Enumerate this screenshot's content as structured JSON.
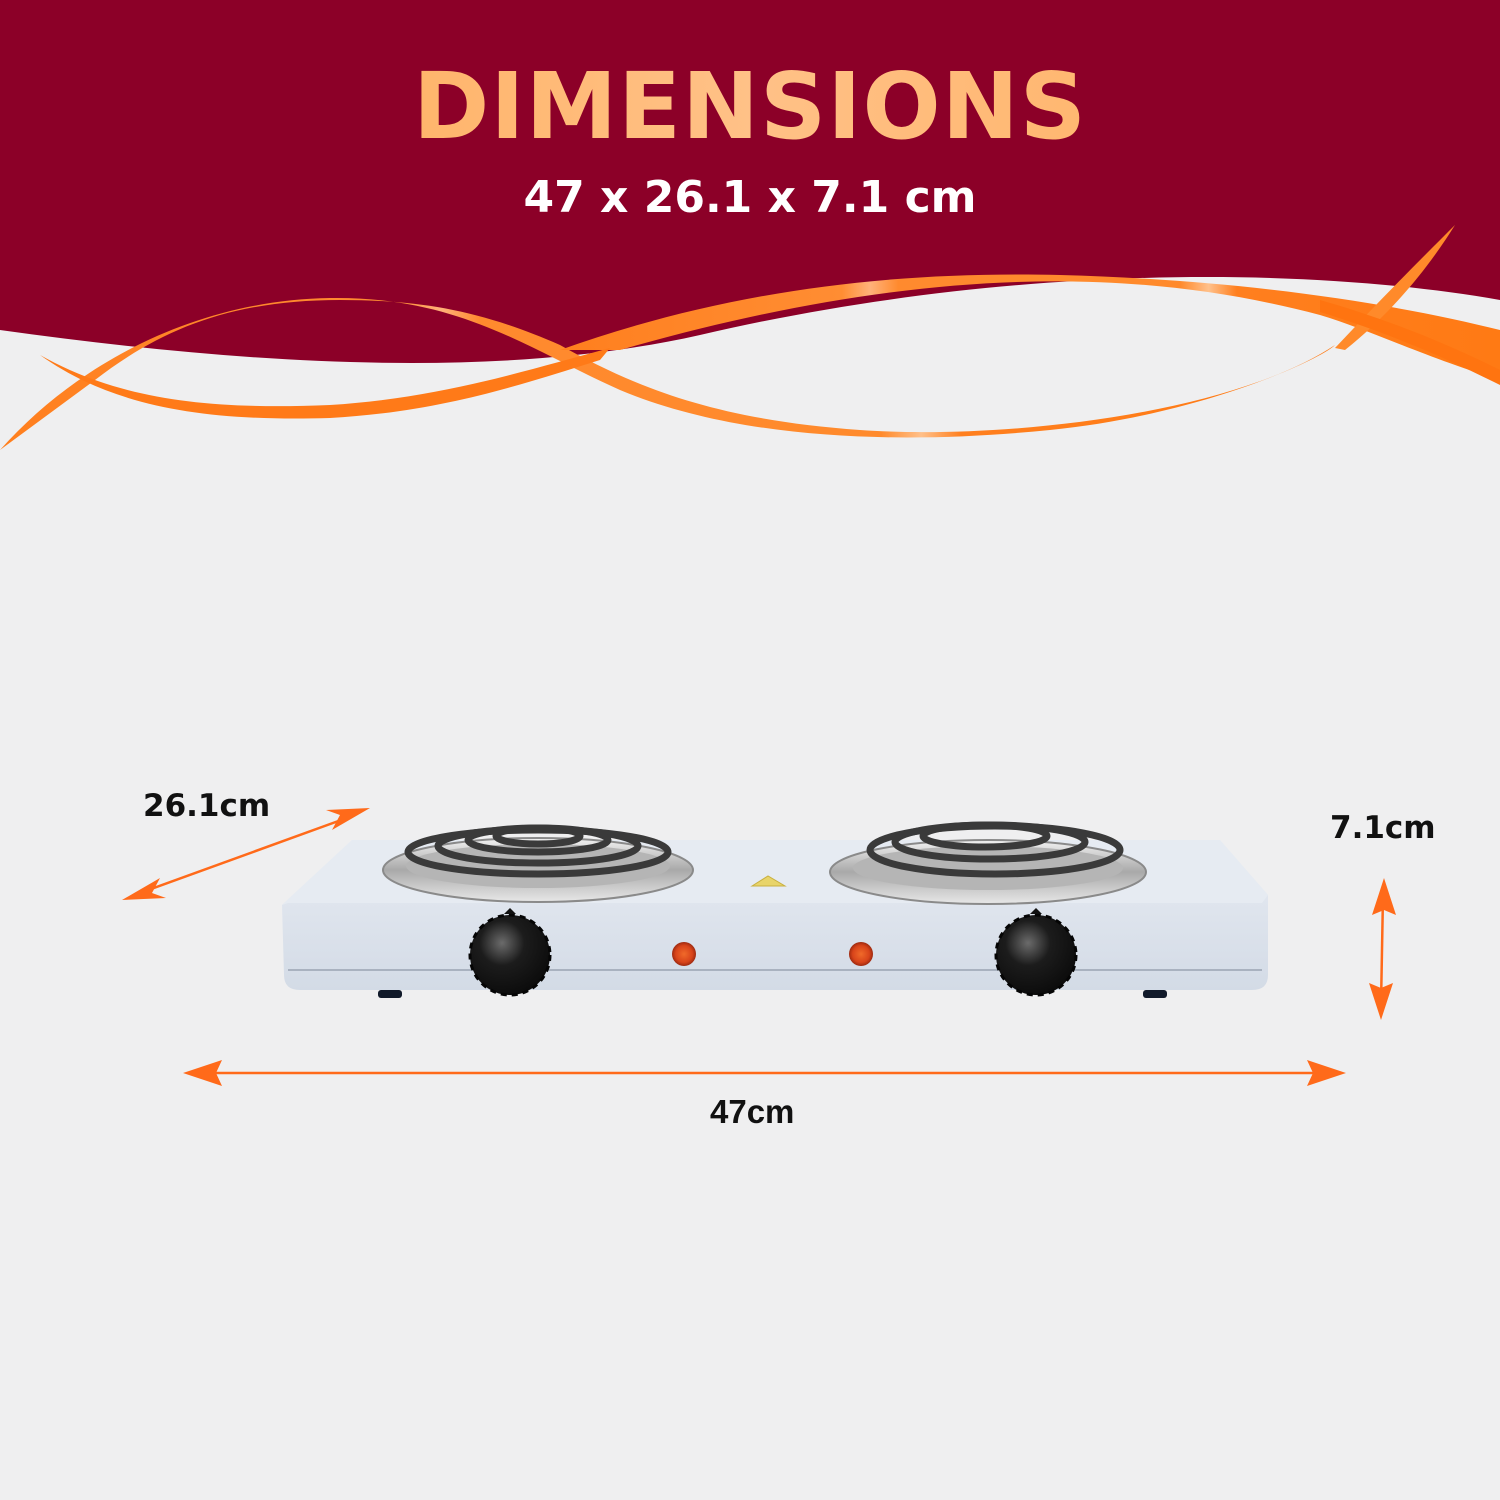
{
  "header": {
    "title": "DIMENSIONS",
    "subtitle": "47 x 26.1 x 7.1 cm"
  },
  "dimensions": {
    "depth_label": "26.1cm",
    "height_label": "7.1cm",
    "width_label": "47cm"
  },
  "product": {
    "name": "double coil electric hot plate",
    "burners": 2,
    "knobs": 2,
    "indicator_lights": 2
  },
  "colors": {
    "banner": "#8c0028",
    "ribbon": "#ff7a1a",
    "title_gradient_start": "#ffa64a",
    "title_gradient_end": "#ffc187",
    "arrow": "#ff6a1a",
    "background": "#efeff0",
    "body": "#dfe5ee",
    "indicator": "#e0501c"
  }
}
